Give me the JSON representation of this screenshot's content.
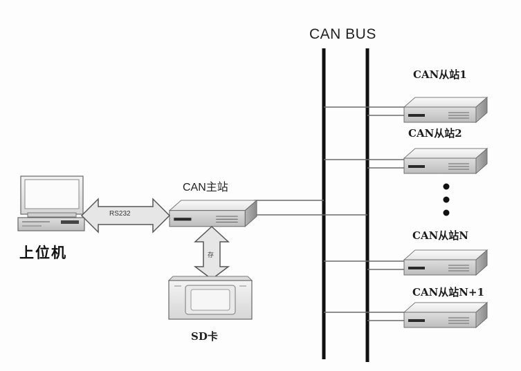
{
  "labels": {
    "bus": "CAN BUS",
    "slave1": "CAN从站1",
    "slave2": "CAN从站2",
    "slaveN": "CAN从站N",
    "slaveN1": "CAN从站N+1",
    "master": "CAN主站",
    "host": "上位机",
    "sd_card": "SD卡",
    "rs232": "RS232",
    "vertical_link": "存"
  },
  "colors": {
    "bus_line": "#111111",
    "device_top": "#f2f2f2",
    "device_front": "#cfcfcf",
    "device_side": "#9e9e9e",
    "arrow_fill": "#e6e6e6",
    "arrow_stroke": "#555555"
  },
  "icons": {
    "host": "desktop-computer-icon",
    "sd": "sd-card-reader-icon",
    "device": "network-device-icon"
  }
}
